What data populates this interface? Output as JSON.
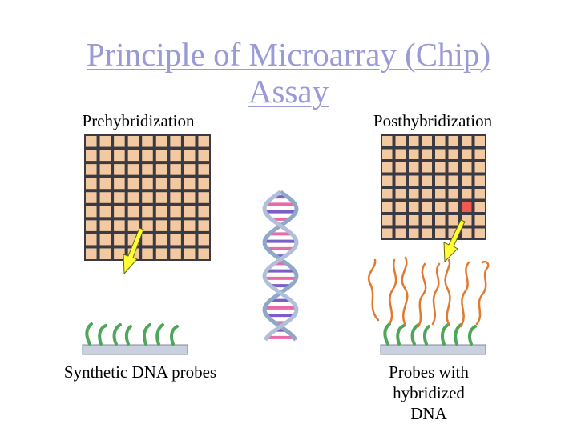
{
  "title": {
    "line1": "Principle of Microarray (Chip)",
    "line2": "Assay"
  },
  "labels": {
    "prehybridization": "Prehybridization",
    "posthybridization": "Posthybridization",
    "synthetic_probes": "Synthetic DNA probes",
    "hybridized": "Probes with\nhybridized\nDNA"
  },
  "colors": {
    "title": "#9a9ad6",
    "grid_cell": "#f2c9a0",
    "grid_line": "#3a3a44",
    "highlight_cell": "#f05a50",
    "arrow": "#ffff33",
    "probe": "#4fa65a",
    "dna_strand": "#e07a2e",
    "slide": "#c9d0e0"
  }
}
